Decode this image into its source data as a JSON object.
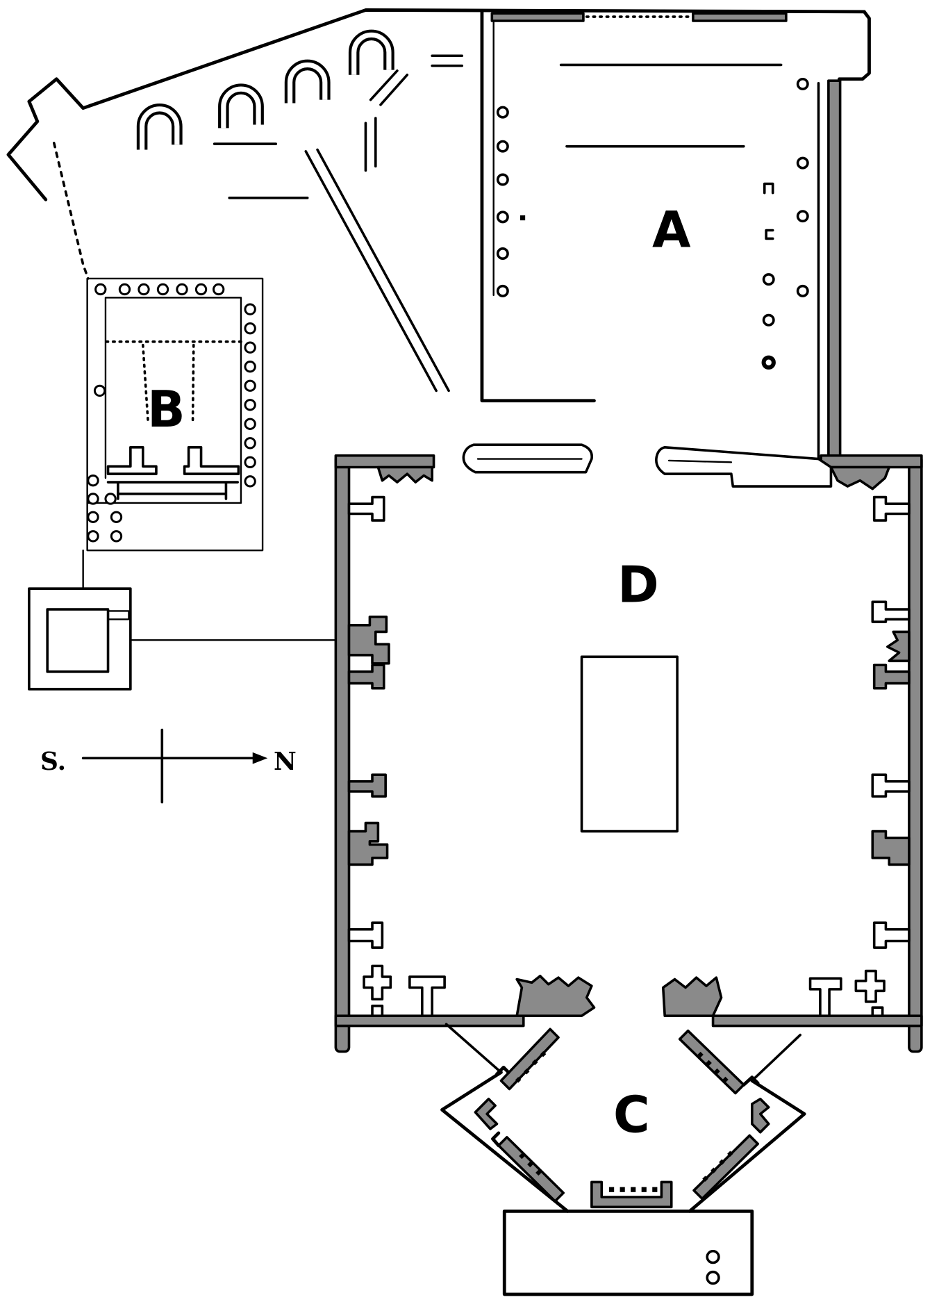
{
  "labels": {
    "room_a": "A",
    "room_b": "B",
    "room_c": "C",
    "room_d": "D"
  },
  "compass": {
    "south": "S.",
    "north": "N"
  }
}
